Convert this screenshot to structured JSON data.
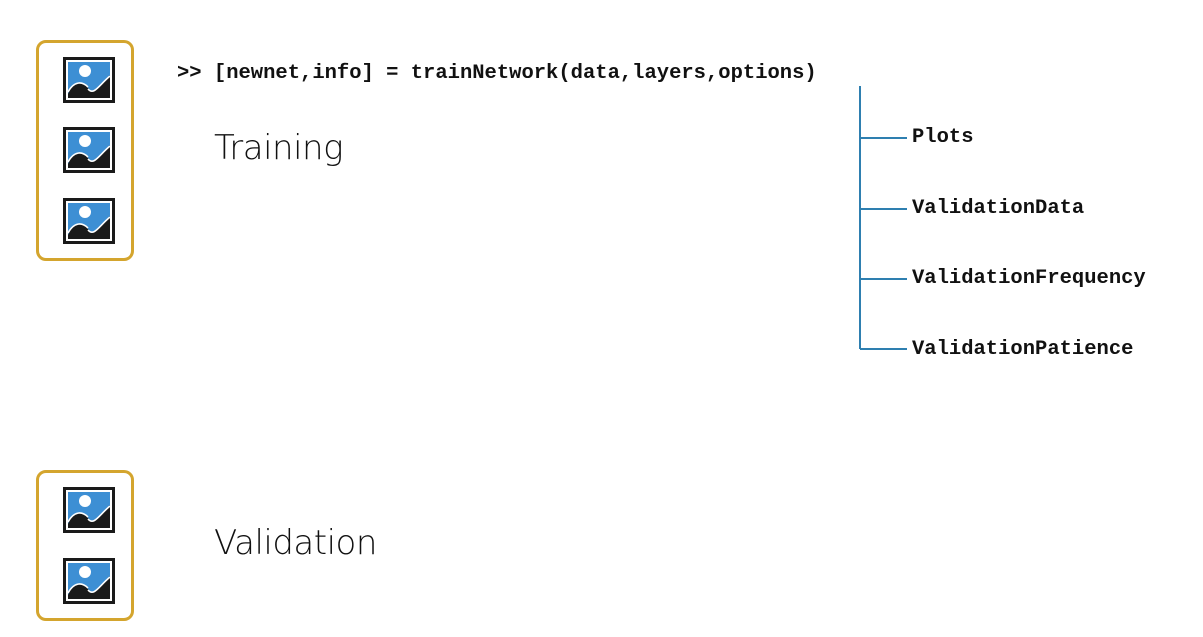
{
  "command": ">> [newnet,info] = trainNetwork(data,layers,options)",
  "sections": {
    "training": "Training",
    "validation": "Validation"
  },
  "options": [
    "Plots",
    "ValidationData",
    "ValidationFrequency",
    "ValidationPatience"
  ],
  "icons": {
    "training": [
      "image-icon",
      "image-icon",
      "image-icon"
    ],
    "validation": [
      "image-icon",
      "image-icon"
    ]
  },
  "colors": {
    "box_border": "#d4a52e",
    "tree_line": "#2e7fb0",
    "icon_sky": "#3d8fd4"
  }
}
